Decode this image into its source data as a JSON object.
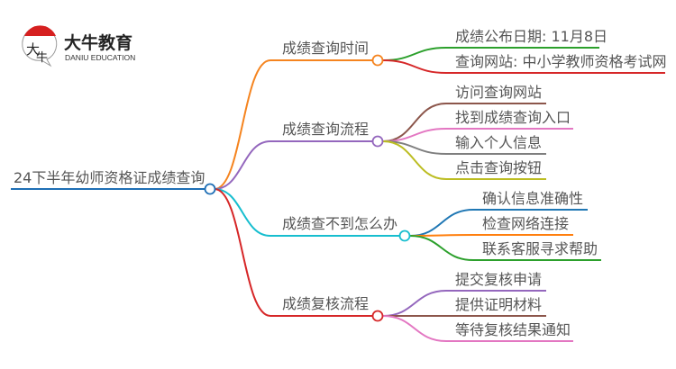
{
  "logo": {
    "name_cn": "大牛教育",
    "name_en": "DANIU EDUCATION",
    "mark_text": "大牛"
  },
  "root": {
    "label": "24下半年幼师资格证成绩查询",
    "color": "#1f6fb5"
  },
  "branches": [
    {
      "label": "成绩查询时间",
      "color": "#f5841f",
      "children": [
        {
          "label": "成绩公布日期: 11月8日",
          "color": "#2ca02c"
        },
        {
          "label": "查询网站: 中小学教师资格考试网",
          "color": "#d62728"
        }
      ]
    },
    {
      "label": "成绩查询流程",
      "color": "#9467bd",
      "children": [
        {
          "label": "访问查询网站",
          "color": "#8c564b"
        },
        {
          "label": "找到成绩查询入口",
          "color": "#e377c2"
        },
        {
          "label": "输入个人信息",
          "color": "#7f7f7f"
        },
        {
          "label": "点击查询按钮",
          "color": "#bcbd22"
        }
      ]
    },
    {
      "label": "成绩查不到怎么办",
      "color": "#17becf",
      "children": [
        {
          "label": "确认信息准确性",
          "color": "#1f77b4"
        },
        {
          "label": "检查网络连接",
          "color": "#ff7f0e"
        },
        {
          "label": "联系客服寻求帮助",
          "color": "#2ca02c"
        }
      ]
    },
    {
      "label": "成绩复核流程",
      "color": "#d62728",
      "children": [
        {
          "label": "提交复核申请",
          "color": "#9467bd"
        },
        {
          "label": "提供证明材料",
          "color": "#8c564b"
        },
        {
          "label": "等待复核结果通知",
          "color": "#e377c2"
        }
      ]
    }
  ]
}
